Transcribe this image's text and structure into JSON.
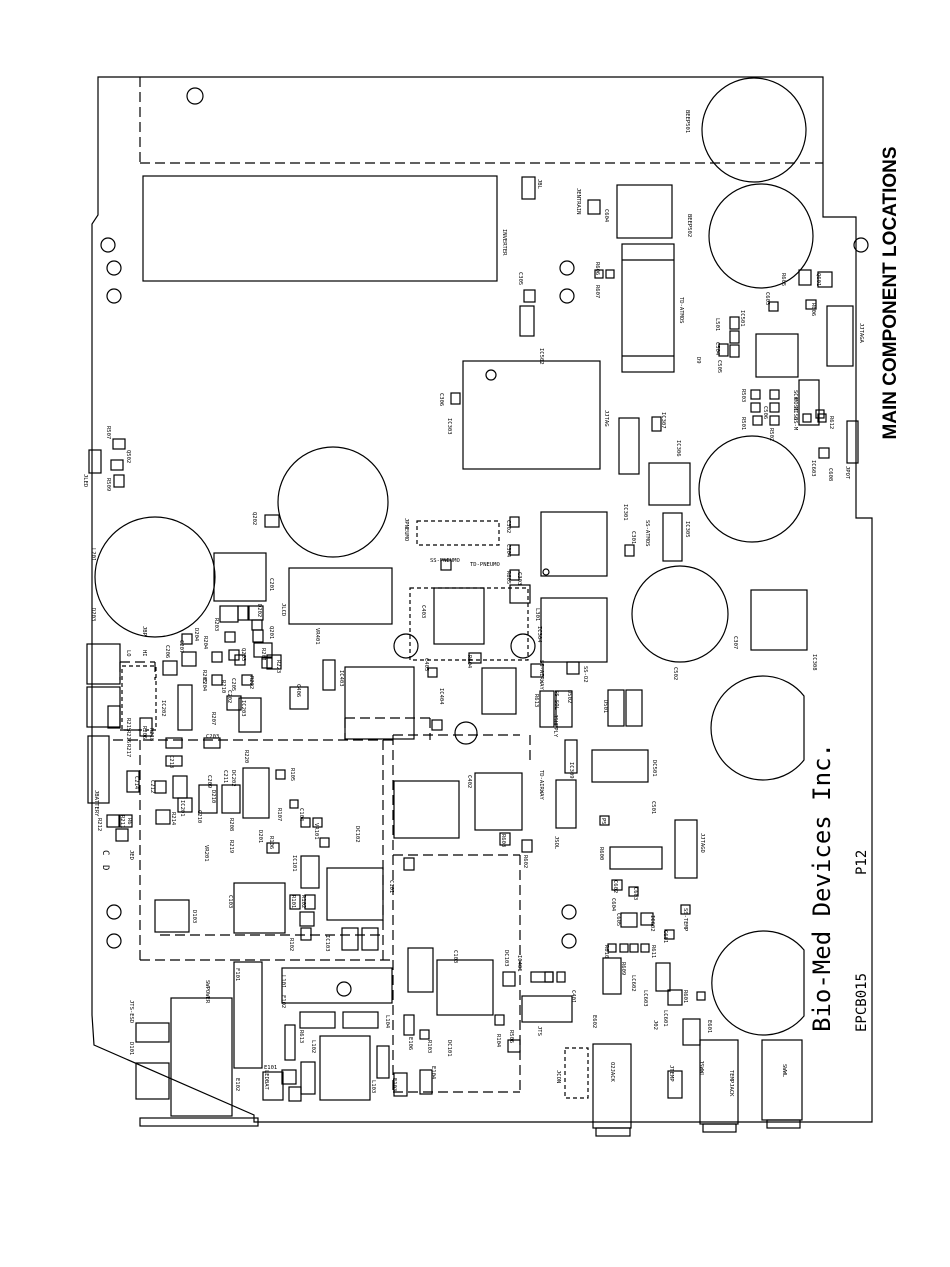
{
  "page_title": "MAIN COMPONENT LOCATIONS",
  "board": {
    "maker": "Bio-Med Devices Inc.",
    "part_number": "EPCB015",
    "revision": "P12"
  },
  "labels": [
    "BEEP501",
    "BEEP502",
    "INVERTER",
    "JBL",
    "JENTRAIN",
    "C604",
    "TD-ATMOS",
    "C603",
    "R605",
    "Q601",
    "R606",
    "IC501",
    "L501",
    "C504",
    "C505",
    "D9",
    "JJTAGA",
    "SCK",
    "MOSI",
    "MISO",
    "SS-M",
    "C506",
    "R503",
    "R501",
    "R502",
    "R612",
    "IC603",
    "C608",
    "JPOT",
    "IC502",
    "C305",
    "R606",
    "R607",
    "IC307",
    "IC306",
    "C306",
    "IC303",
    "JJTAG",
    "IC301",
    "SS-ATMOS",
    "C301",
    "IC305",
    "JPNEUMO",
    "C302",
    "C304",
    "SS-PNEUMO",
    "R605",
    "C303",
    "TD-PNEUMO",
    "L301",
    "IC304",
    "C307",
    "IC308",
    "C502",
    "D501",
    "DC501",
    "C501",
    "JJTAGO",
    "R613",
    "C403",
    "R604",
    "C405",
    "IC404",
    "IC403",
    "SS-AIRWAY",
    "SS-SOL",
    "D502",
    "SS-O2",
    "JSUPPLY",
    "TD-AIRWAY",
    "C402",
    "IC309",
    "JSOL",
    "R603",
    "R602",
    "P5",
    "R600",
    "C602",
    "C603",
    "C604",
    "C605",
    "IC602",
    "SS-TEMP",
    "C601",
    "R610",
    "R609",
    "R611",
    "R601",
    "LC601",
    "LC602",
    "JTEMP",
    "J02",
    "LC603",
    "C401",
    "IC401",
    "DC103",
    "C103",
    "JTS",
    "R104",
    "R506",
    "DC101",
    "E106",
    "R103",
    "L104",
    "E104",
    "E103",
    "L103",
    "JCON",
    "E602",
    "O2JACK",
    "JSWWL",
    "TEMPJACK",
    "SWWL",
    "E601",
    "L102",
    "R613",
    "LEDBAT",
    "E101",
    "E102",
    "F101",
    "L101",
    "F102",
    "D101",
    "JTS-ESD",
    "SWPOWER",
    "D103",
    "C103",
    "IC103",
    "R102",
    "DC102",
    "VR101",
    "C101",
    "IC101",
    "R101",
    "R102",
    "R107",
    "R106",
    "C104",
    "R105",
    "D201",
    "R208",
    "R219",
    "VR201",
    "C210",
    "R214",
    "IC201",
    "C212",
    "C214",
    "C213",
    "C203",
    "JBATTERY",
    "R211",
    "R212",
    "R6",
    "JED",
    "C",
    "D",
    "R215",
    "R216",
    "R217",
    "R218",
    "R206",
    "IC202",
    "C207",
    "C206",
    "LO",
    "HI",
    "D203",
    "JBP",
    "L201",
    "C204",
    "D204",
    "R204",
    "R203",
    "C205",
    "R205",
    "R210",
    "Q203",
    "R222",
    "R223",
    "R201",
    "Q201",
    "D202",
    "Q202",
    "C201",
    "JLCD",
    "VR401",
    "C406",
    "DC202",
    "C211",
    "R220",
    "D210",
    "C209",
    "R207",
    "IC203",
    "C202",
    "JLED",
    "R509",
    "Q502",
    "R507",
    "Q502",
    "JBATTERY"
  ]
}
